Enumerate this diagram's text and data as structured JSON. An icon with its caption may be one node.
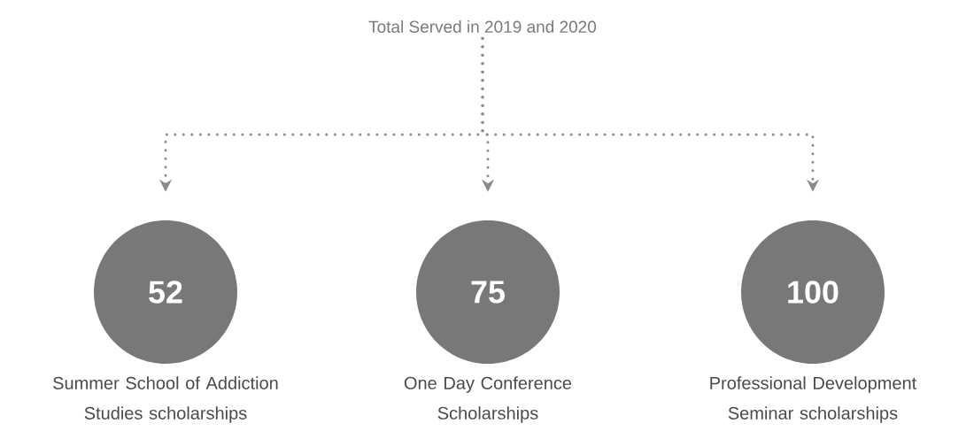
{
  "diagram": {
    "nodes": [
      {
        "text": [
          "Total Served in 2019 and 2020"
        ]
      },
      {
        "text": [
          "52"
        ],
        "beside": [
          "Summer School of Addiction Studies scholarships"
        ]
      },
      {
        "text": [
          "75"
        ],
        "beside": [
          "One Day Conference Scholarships"
        ]
      },
      {
        "text": [
          "100"
        ],
        "beside": [
          "Professional Development Seminar scholarships"
        ]
      }
    ],
    "edges": [
      {
        "from": 0,
        "to": 1,
        "arrow": "to"
      },
      {
        "from": 0,
        "to": 2,
        "arrow": "to"
      },
      {
        "from": 0,
        "to": 3,
        "arrow": "to"
      }
    ]
  }
}
